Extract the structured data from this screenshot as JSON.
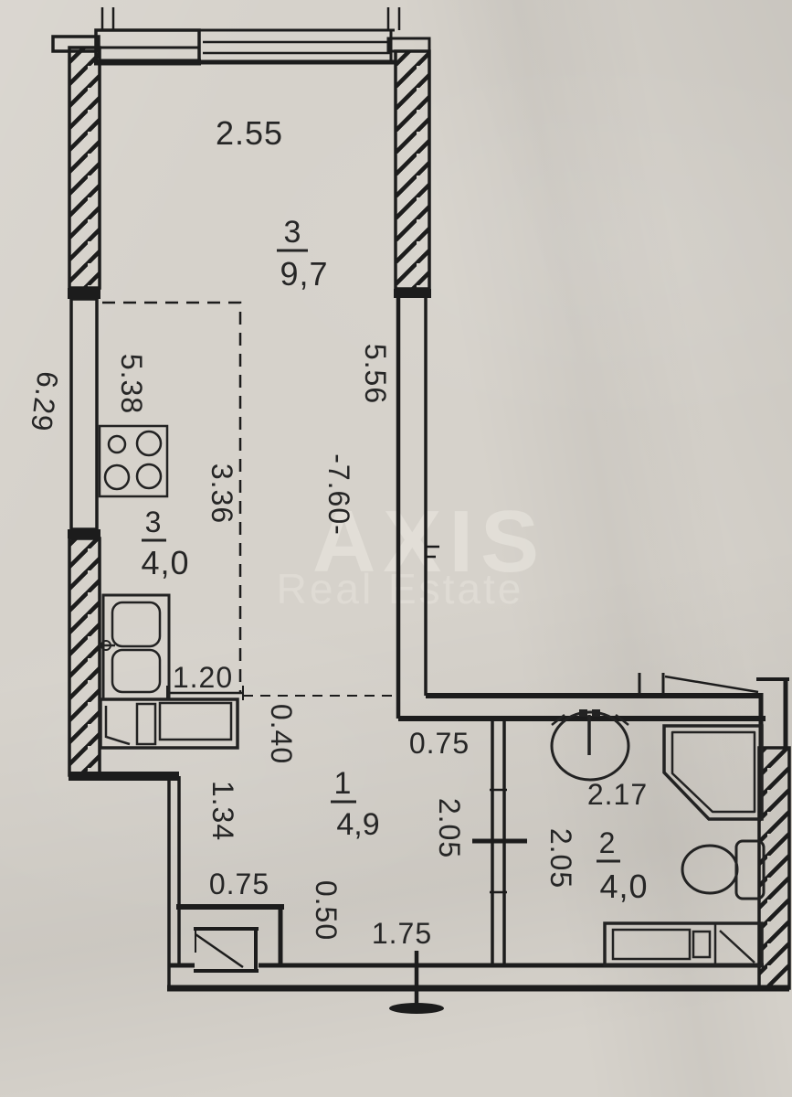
{
  "watermark": {
    "brand": "AXIS",
    "tagline": "Real Estate"
  },
  "rooms": {
    "living": {
      "number": "3",
      "area": "9,7"
    },
    "kitchen": {
      "number": "3",
      "area": "4,0"
    },
    "hall": {
      "number": "1",
      "area": "4,9"
    },
    "bathroom": {
      "number": "2",
      "area": "4,0"
    }
  },
  "dimensions": {
    "living_width": "2.55",
    "living_height": "5.56",
    "overall_height": "-7.60-",
    "left_outside_height": "6.29",
    "kitchen_left_run": "5.38",
    "kitchen_inner_depth": "3.36",
    "sink_run": "1.20",
    "kitchen_hall_gap": "0.40",
    "hall_recess_depth": "1.34",
    "hall_top_opening": "0.75",
    "hall_step_width": "0.75",
    "hall_niche_depth": "0.50",
    "entry_width": "1.75",
    "hall_depth": "2.05",
    "bath_depth": "2.05",
    "bath_width": "2.17"
  },
  "fixtures": [
    "stove",
    "kitchen-sink",
    "counter-unit",
    "washbasin",
    "corner-shower",
    "toilet",
    "washing-machine",
    "entrance-door",
    "bath-door"
  ],
  "colors": {
    "paper": "#d6d2cb",
    "ink": "#1c1c1c",
    "watermark": "#ece9e2"
  }
}
